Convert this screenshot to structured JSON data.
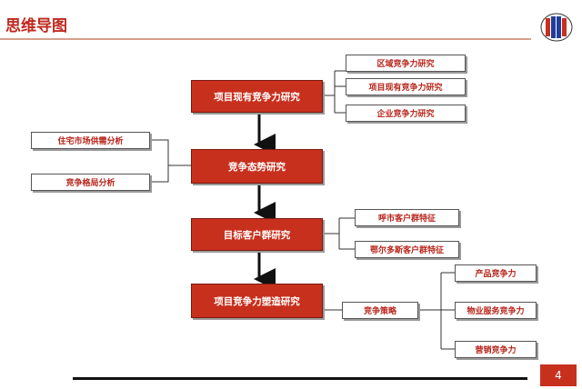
{
  "header": {
    "title": "思维导图",
    "page_number": "4"
  },
  "main_boxes": [
    "项目现有竞争力研究",
    "竞争态势研究",
    "目标客户群研究",
    "项目竞争力塑造研究"
  ],
  "right_group_1": [
    "区域竞争力研究",
    "项目现有竞争力研究",
    "企业竞争力研究"
  ],
  "left_group": [
    "住宅市场供需分析",
    "竞争格局分析"
  ],
  "right_group_3": [
    "呼市客户群特征",
    "鄂尔多斯客户群特征"
  ],
  "strategy": "竞争策略",
  "strategy_items": [
    "产品竞争力",
    "物业服务竞争力",
    "营销竞争力"
  ],
  "colors": {
    "accent": "#c8301e",
    "text_red": "#b8241a"
  }
}
